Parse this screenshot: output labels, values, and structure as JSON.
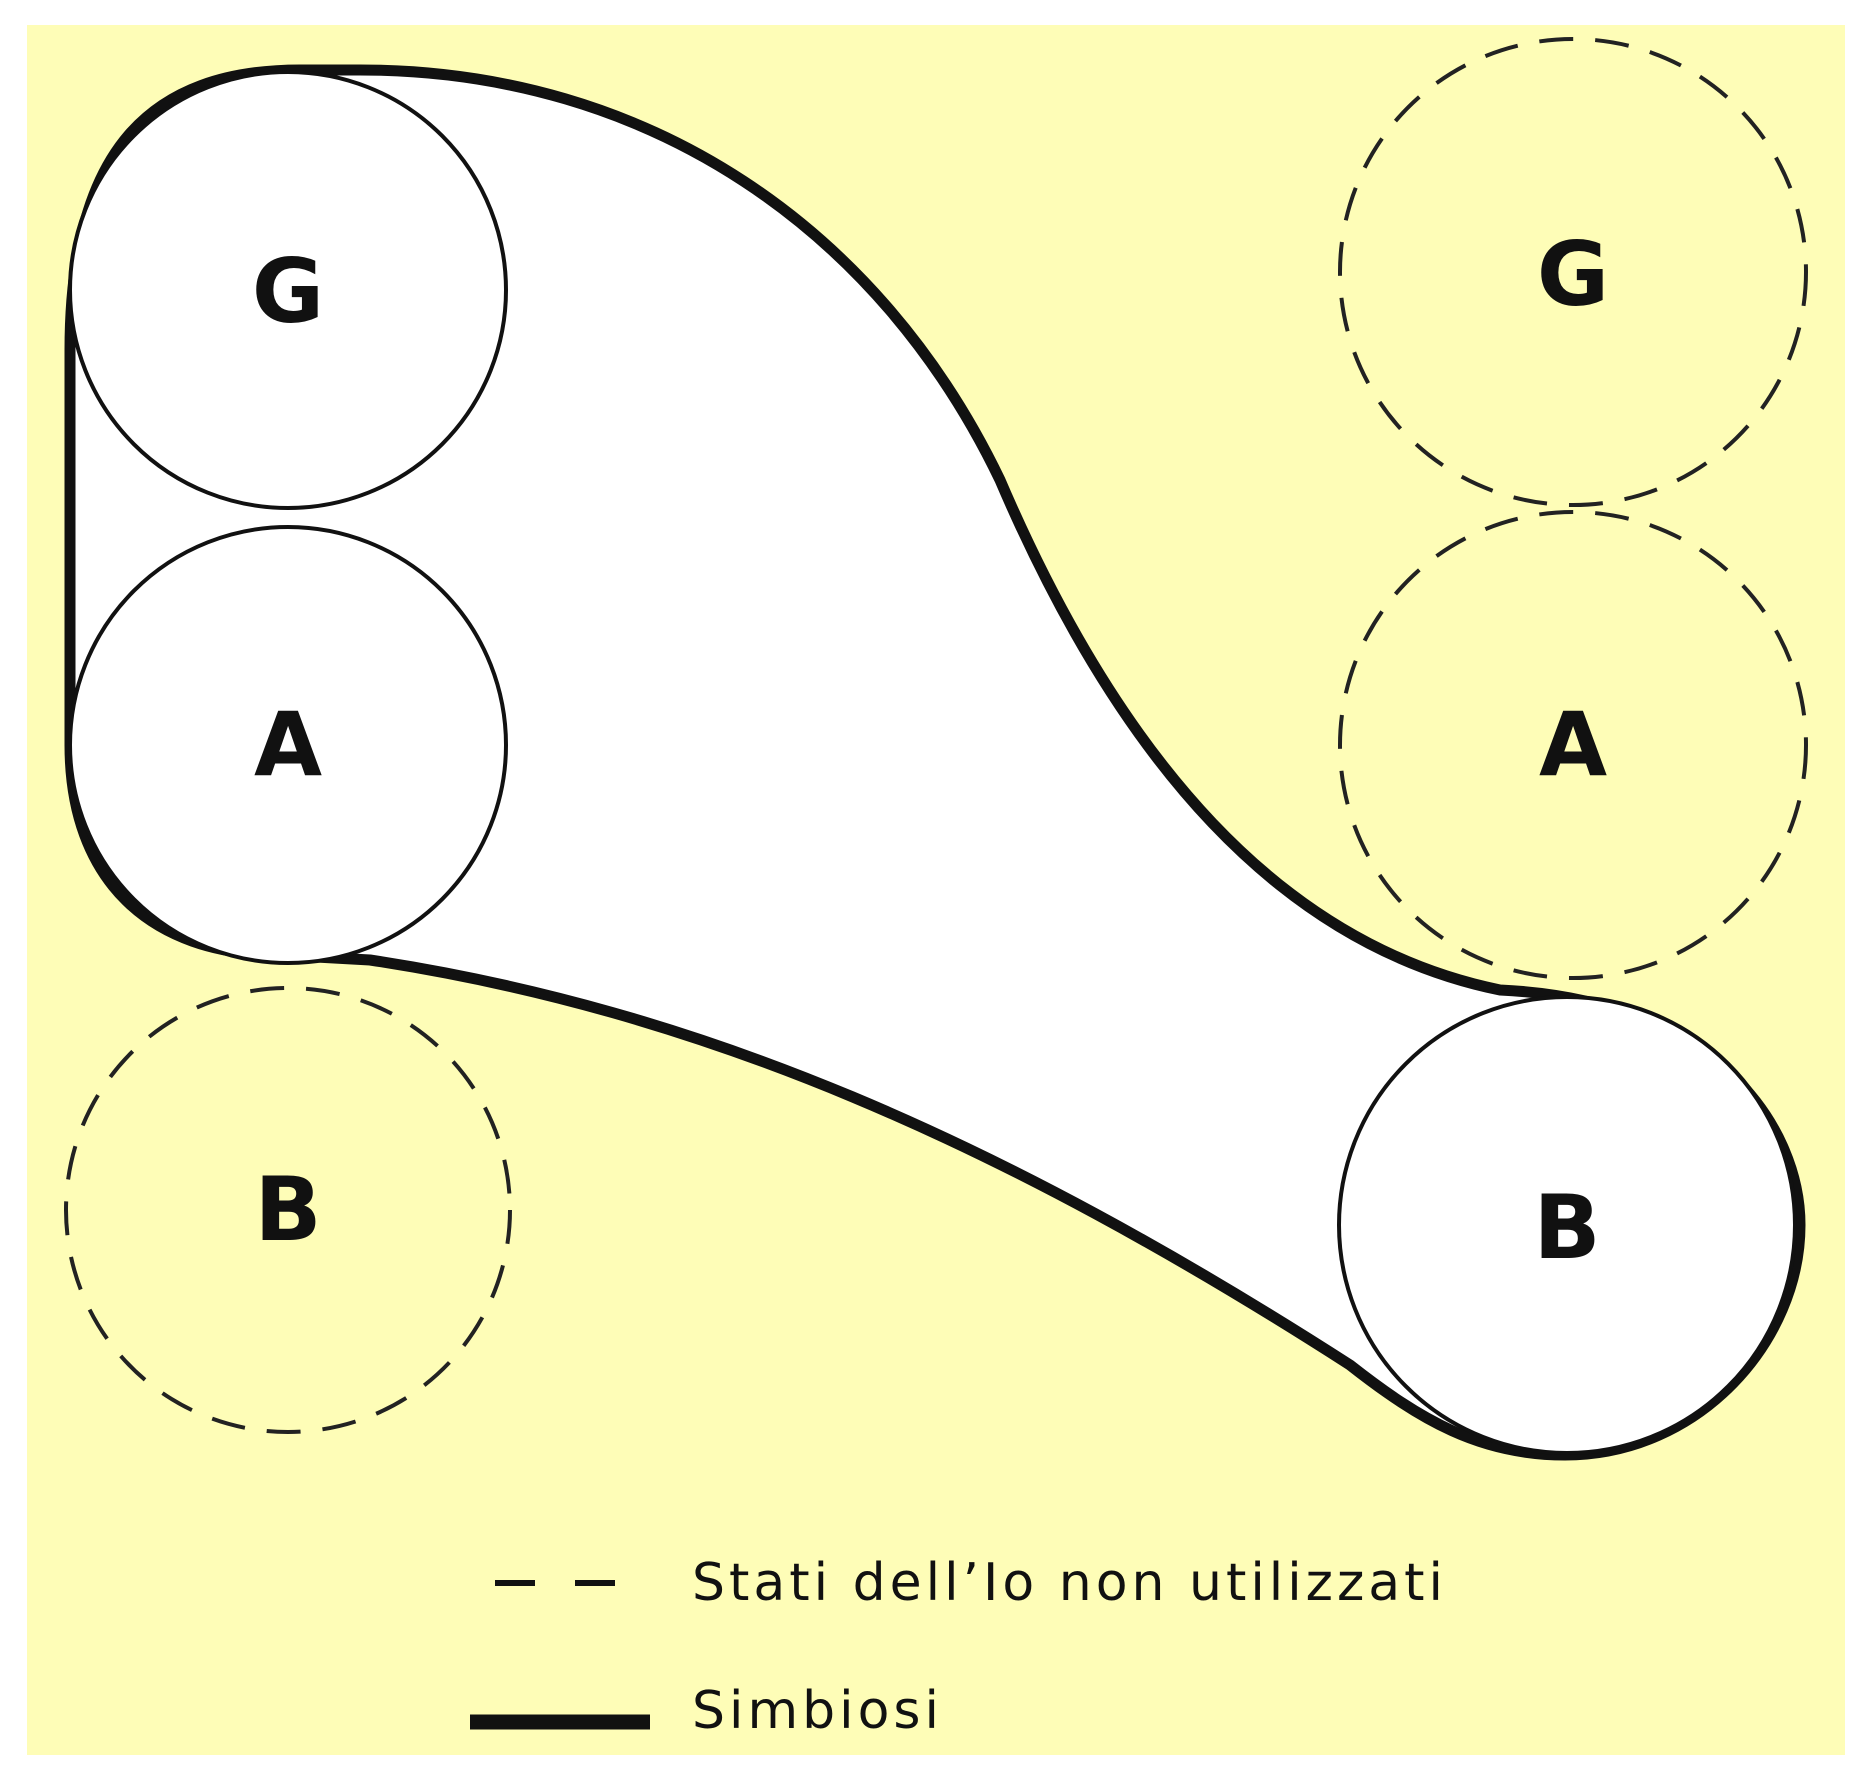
{
  "colors": {
    "background": "#fefdb7",
    "ink": "#111111",
    "fill": "#ffffff",
    "dashed": "#222222"
  },
  "states": {
    "left": {
      "g": "G",
      "a": "A",
      "b": "B"
    },
    "right": {
      "g": "G",
      "a": "A",
      "b": "B"
    }
  },
  "legend": {
    "dashed_label": "Stati dell’Io non utilizzati",
    "solid_label": "Simbiosi"
  }
}
